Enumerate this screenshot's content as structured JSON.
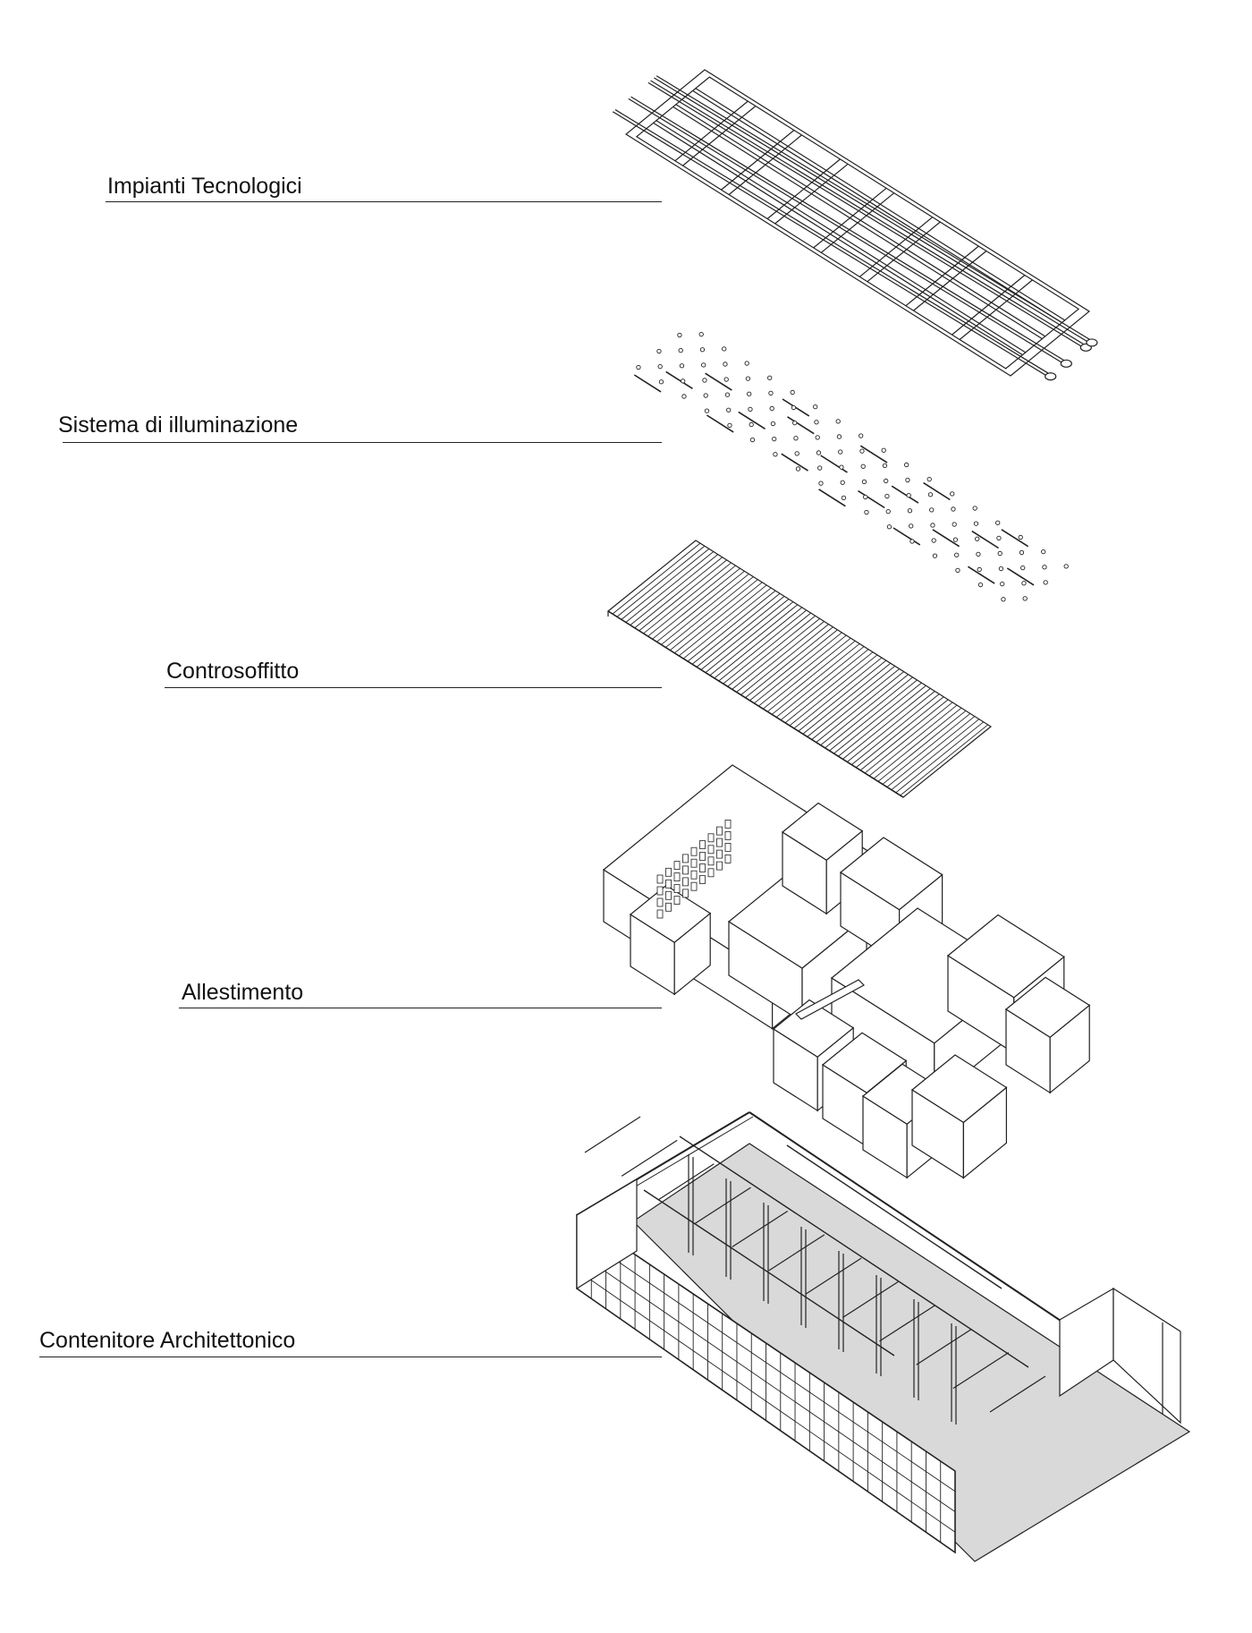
{
  "layers": [
    {
      "label": "Impianti Tecnologici"
    },
    {
      "label": "Sistema di illuminazione"
    },
    {
      "label": "Controsoffitto"
    },
    {
      "label": "Allestimento"
    },
    {
      "label": "Contenitore Architettonico"
    }
  ],
  "colors": {
    "line": "#222222",
    "floor": "#d9d9d9",
    "background": "#ffffff"
  }
}
